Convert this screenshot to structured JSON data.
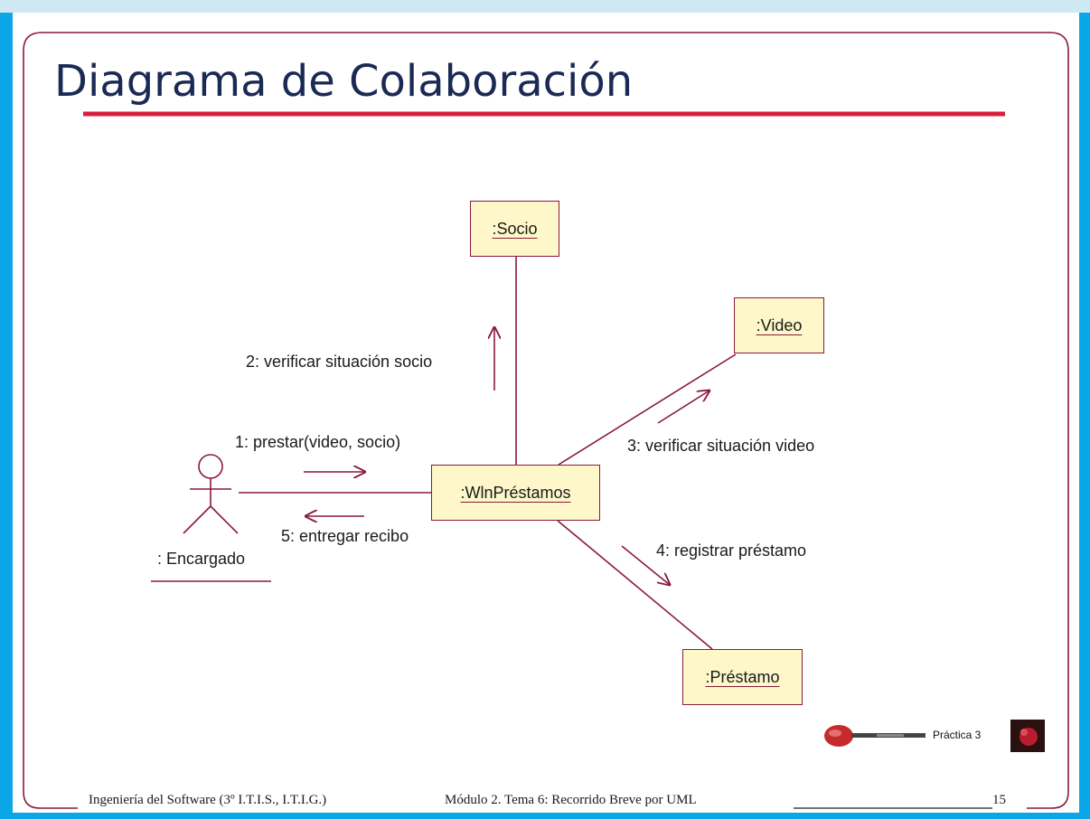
{
  "slide": {
    "title": "Diagrama de Colaboración",
    "accent_color": "#d81f3c",
    "frame_color": "#8a1a3a"
  },
  "diagram": {
    "objects": {
      "socio": ":Socio",
      "video": ":Video",
      "wlnprestamos": ":WlnPréstamos",
      "prestamo": ":Préstamo"
    },
    "actor": ": Encargado",
    "messages": {
      "m1": "1: prestar(video, socio)",
      "m2": "2: verificar situación socio",
      "m3": "3: verificar situación video",
      "m4": "4: registrar préstamo",
      "m5": "5: entregar recibo"
    }
  },
  "footer": {
    "course": "Ingeniería del Software  (3º I.T.I.S., I.T.I.G.)",
    "module": "Módulo 2. Tema  6: Recorrido Breve por UML",
    "page": "15",
    "practica": "Práctica 3"
  }
}
